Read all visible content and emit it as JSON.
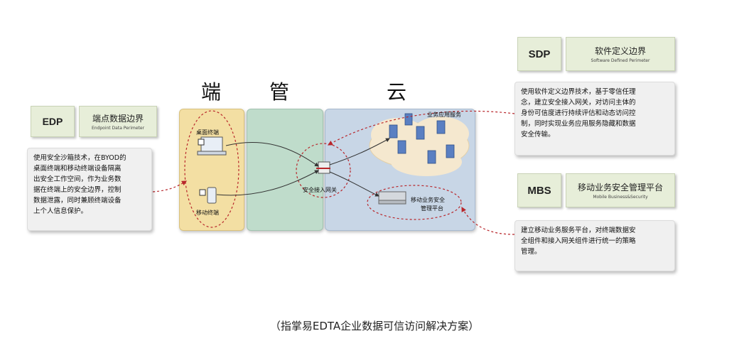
{
  "columns": {
    "end": "端",
    "pipe": "管",
    "cloud": "云"
  },
  "edp": {
    "code": "EDP",
    "title": "端点数据边界",
    "subtitle": "Endpoint Data Perimeter",
    "desc": [
      "使用安全沙箱技术，在BYOD的",
      "桌面终端和移动终端设备隔离",
      "出安全工作空间，作为业务数",
      "据在终端上的安全边界，控制",
      "数据泄露，同时兼顾终端设备",
      "上个人信息保护。"
    ]
  },
  "sdp": {
    "code": "SDP",
    "title": "软件定义边界",
    "subtitle": "Software Defined Perimeter",
    "desc": [
      "使用软件定义边界技术，基于零信任理",
      "念，建立安全接入网关，对访问主体的",
      "身份可信度进行持续评估和动态访问控",
      "制，同时实现业务应用服务隐藏和数据",
      "安全传输。"
    ]
  },
  "mbs": {
    "code": "MBS",
    "title": "移动业务安全管理平台",
    "subtitle": "Mobile Business&Security",
    "desc": [
      "建立移动业务服务平台，对终端数据安",
      "全组件和接入网关组件进行统一的策略",
      "管理。"
    ]
  },
  "labels": {
    "desktop": "桌面终端",
    "mobile": "移动终端",
    "gateway": "安全接入网关",
    "app_service": "业务应用服务",
    "mgmt_line1": "移动业务安全",
    "mgmt_line2": "管理平台"
  },
  "caption": "（指掌易EDTA企业数据可信访问解决方案）",
  "colors": {
    "end_panel": "#f3dfa3",
    "pipe_panel": "#bfdccb",
    "cloud_panel": "#c8d6e6",
    "header_fill": "#e7eed9",
    "dashed_red": "#b8262b"
  }
}
